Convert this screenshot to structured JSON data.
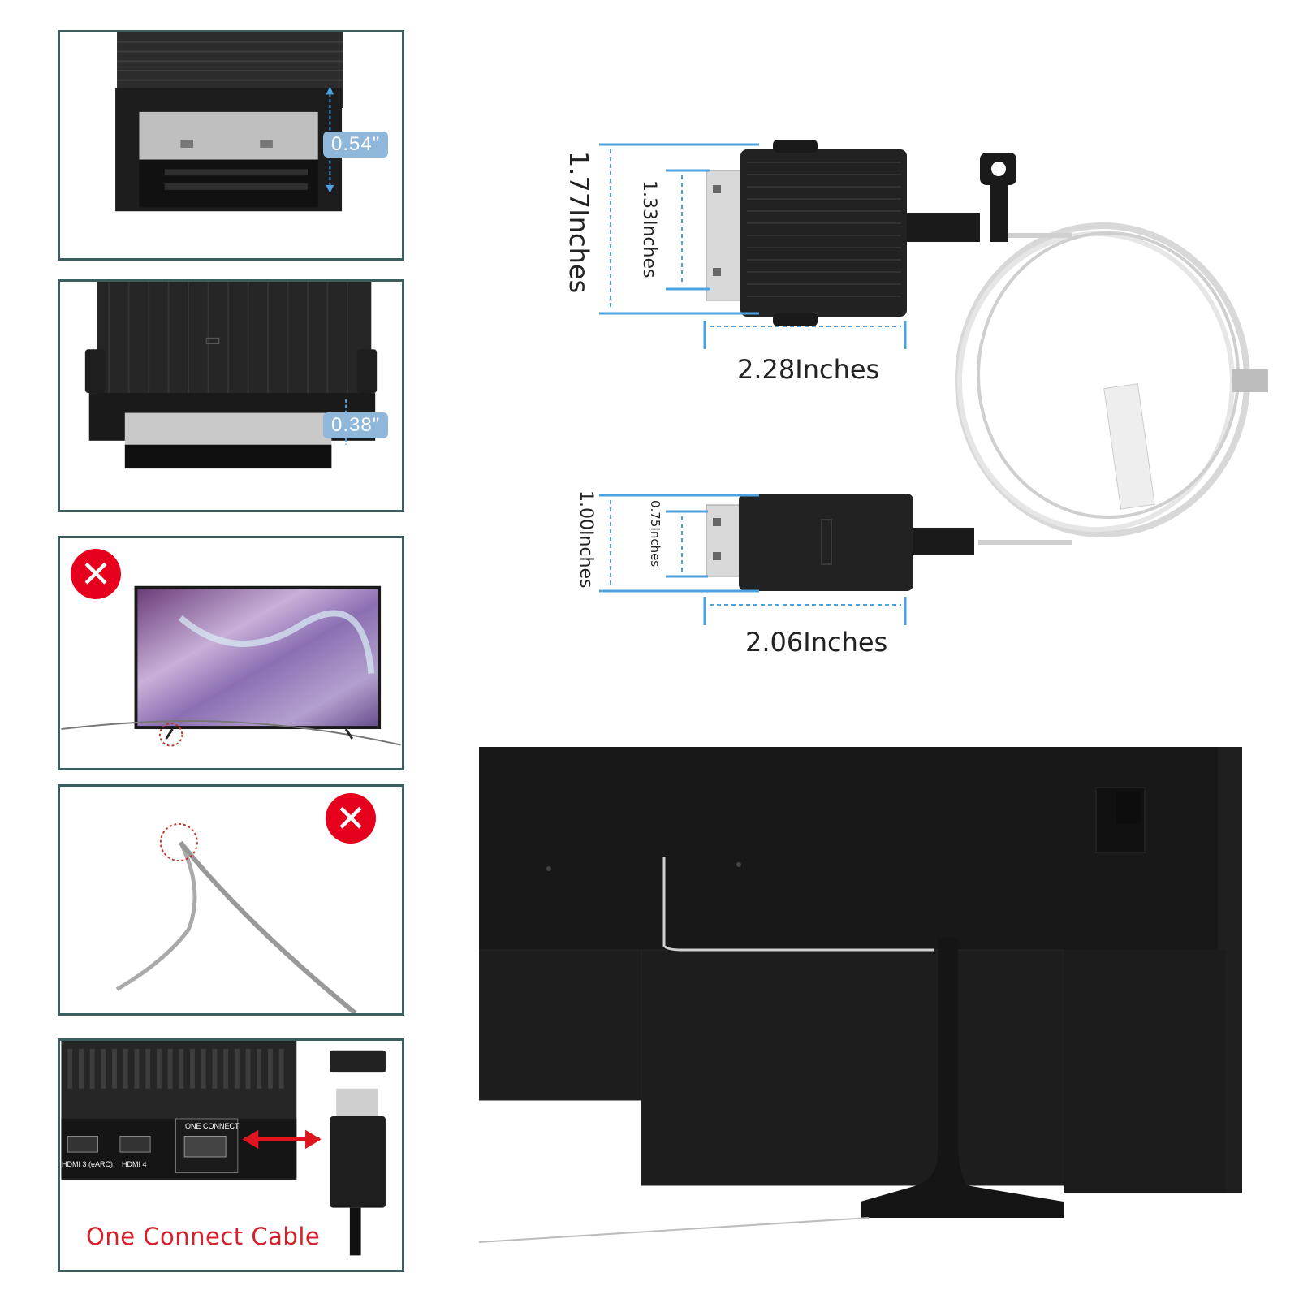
{
  "panels": {
    "height_plug": {
      "badge": "0.54\""
    },
    "height_socket": {
      "badge": "0.38\""
    },
    "bad_tension": {
      "mark": "close-icon"
    },
    "bad_bend": {
      "mark": "close-icon"
    },
    "one_connect": {
      "port_label_1": "HDMI 3 (eARC)",
      "port_label_2": "HDMI 4",
      "port_label_3": "ONE CONNECT",
      "caption": "One Connect Cable"
    }
  },
  "dimensions": {
    "large_connector": {
      "height_outer": "1.77Inches",
      "height_inner": "1.33Inches",
      "width": "2.28Inches"
    },
    "small_connector": {
      "height_outer": "1.00Inches",
      "height_inner": "0.75Inches",
      "width": "2.06Inches"
    }
  },
  "colors": {
    "frame": "#3b5f5f",
    "dimension_line": "#4aa3e0",
    "error_red": "#e6001d",
    "caption_red": "#d81e2a"
  }
}
